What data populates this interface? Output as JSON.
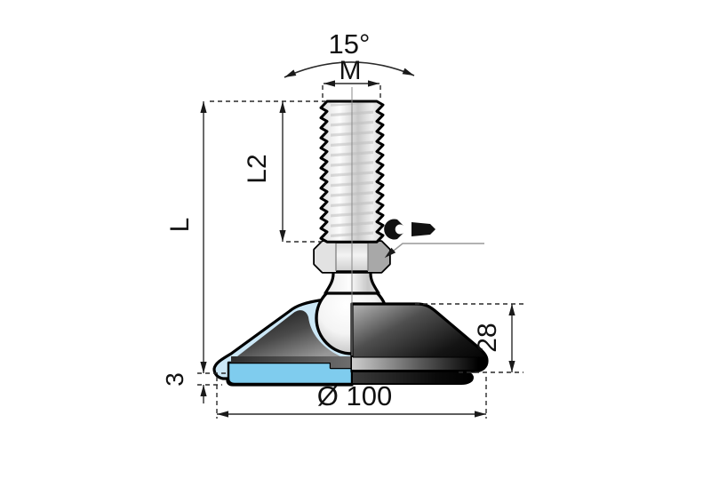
{
  "drawing": {
    "type": "technical-drawing",
    "subject": "adjustable levelling machine foot, half-section view",
    "labels": {
      "swivel_angle": "15°",
      "thread_size": "M",
      "thread_length": "L2",
      "overall_length": "L",
      "base_height": "28",
      "pad_thickness": "3",
      "base_diameter": "Ø 100"
    },
    "callout": {
      "icon": "wrench-icon"
    },
    "colors": {
      "outline": "#000000",
      "dimension_line": "#2a2a2a",
      "leader_line": "#999999",
      "section_shell_blue": "#cbe7f6",
      "pad_blue": "#7fccee",
      "metal_dark": "#141414",
      "metal_mid": "#8a8a8a",
      "ball_highlight": "#ffffff",
      "background": "#ffffff"
    }
  }
}
